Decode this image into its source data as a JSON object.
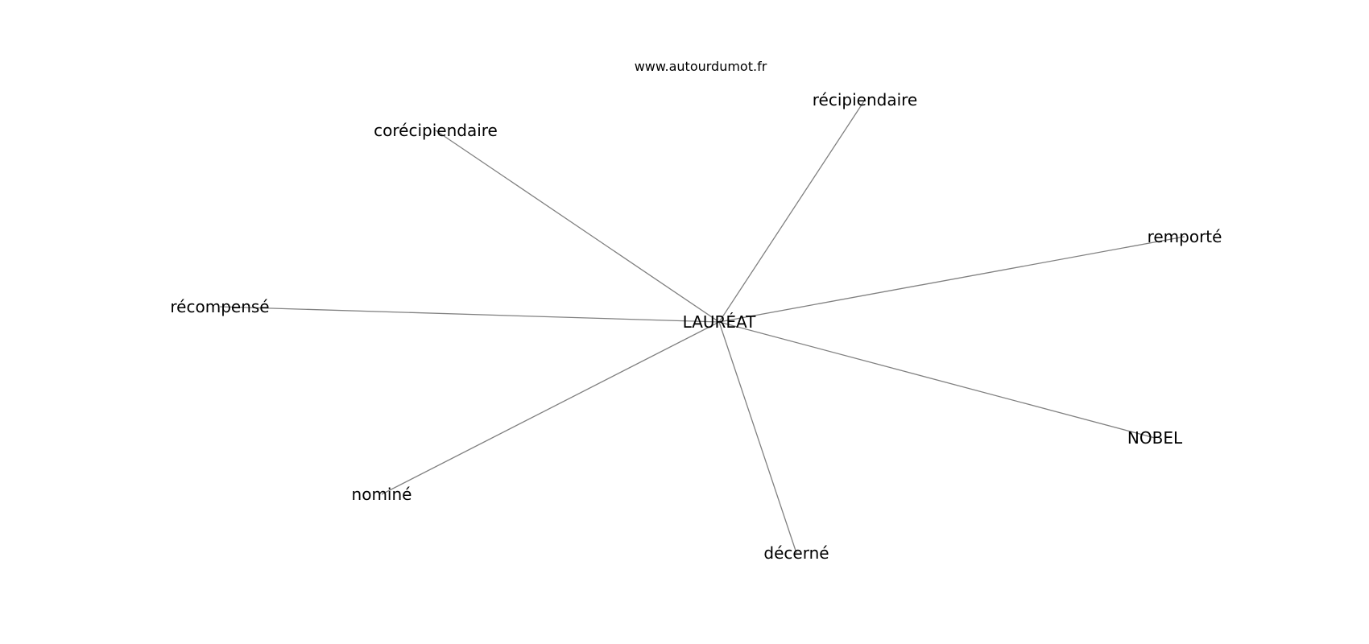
{
  "source": "www.autourdumot.fr",
  "edge_color": "#808080",
  "text_color": "#000000",
  "center": {
    "id": "laureat",
    "label": "LAURÉAT"
  },
  "nodes": [
    {
      "id": "corecipiendaire",
      "label": "corécipiendaire"
    },
    {
      "id": "recipiendaire",
      "label": "récipiendaire"
    },
    {
      "id": "remporte",
      "label": "remporté"
    },
    {
      "id": "recompense",
      "label": "récompensé"
    },
    {
      "id": "nobel",
      "label": "NOBEL"
    },
    {
      "id": "nomine",
      "label": "nominé"
    },
    {
      "id": "decerne",
      "label": "décerné"
    }
  ]
}
